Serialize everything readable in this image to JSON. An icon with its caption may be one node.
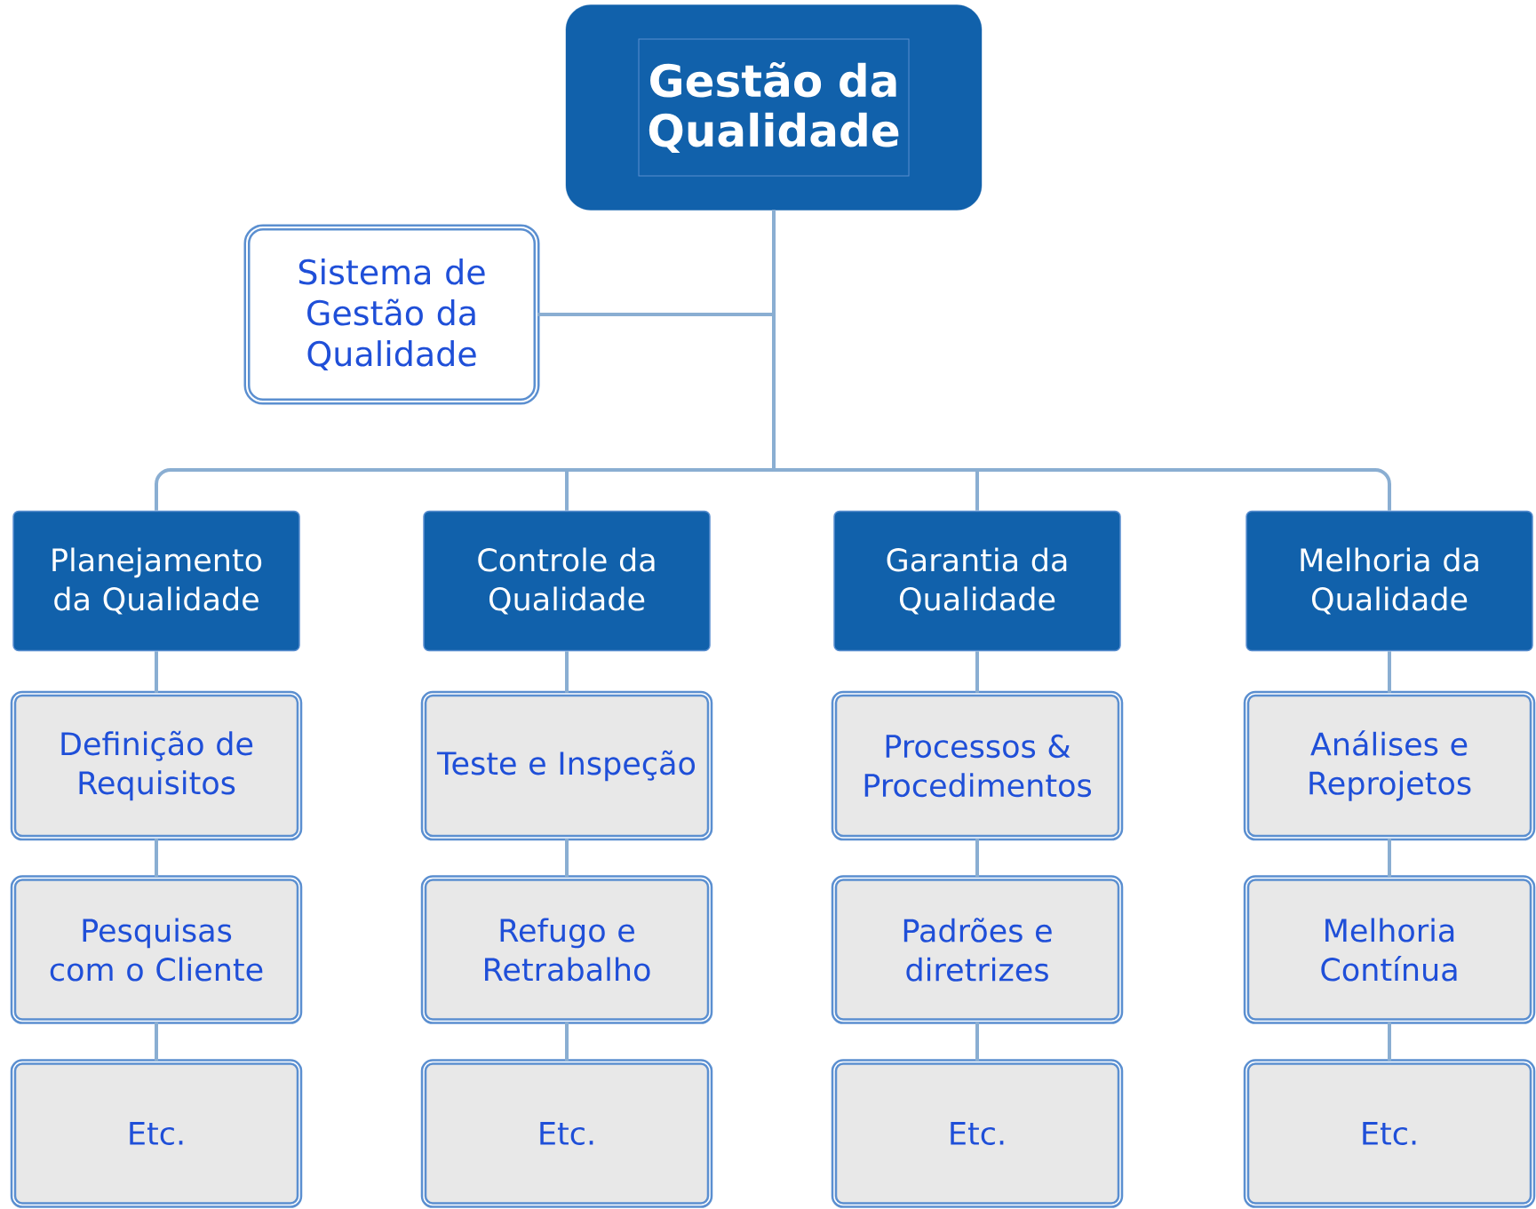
{
  "diagram": {
    "nodes": [
      {
        "text": [
          "Gestão da Qualidade"
        ]
      },
      {
        "text": [
          "Sistema de Gestão da Qualidade"
        ]
      },
      {
        "text": [
          "Planejamento da Qualidade"
        ]
      },
      {
        "text": [
          "Controle da Qualidade"
        ]
      },
      {
        "text": [
          "Garantia da Qualidade"
        ]
      },
      {
        "text": [
          "Melhoria da Qualidade"
        ]
      },
      {
        "text": [
          "Definição de Requisitos"
        ]
      },
      {
        "text": [
          "Teste e Inspeção"
        ]
      },
      {
        "text": [
          "Processos & Procedimentos"
        ]
      },
      {
        "text": [
          "Análises e Reprojetos"
        ]
      },
      {
        "text": [
          "Pesquisas com o Cliente"
        ]
      },
      {
        "text": [
          "Refugo e Retrabalho"
        ]
      },
      {
        "text": [
          "Padrões e diretrizes"
        ]
      },
      {
        "text": [
          "Melhoria Contínua"
        ]
      },
      {
        "text": [
          "Etc."
        ]
      },
      {
        "text": [
          "Etc."
        ]
      },
      {
        "text": [
          "Etc."
        ]
      },
      {
        "text": [
          "Etc."
        ]
      }
    ],
    "edges": [
      {
        "from": 0,
        "to": 1,
        "arrow": "none"
      },
      {
        "from": 0,
        "to": 2,
        "arrow": "none"
      },
      {
        "from": 0,
        "to": 3,
        "arrow": "none"
      },
      {
        "from": 0,
        "to": 4,
        "arrow": "none"
      },
      {
        "from": 0,
        "to": 5,
        "arrow": "none"
      },
      {
        "from": 2,
        "to": 6,
        "arrow": "none"
      },
      {
        "from": 3,
        "to": 7,
        "arrow": "none"
      },
      {
        "from": 4,
        "to": 8,
        "arrow": "none"
      },
      {
        "from": 5,
        "to": 9,
        "arrow": "none"
      },
      {
        "from": 6,
        "to": 10,
        "arrow": "none"
      },
      {
        "from": 7,
        "to": 11,
        "arrow": "none"
      },
      {
        "from": 8,
        "to": 12,
        "arrow": "none"
      },
      {
        "from": 9,
        "to": 13,
        "arrow": "none"
      },
      {
        "from": 10,
        "to": 14,
        "arrow": "none"
      },
      {
        "from": 11,
        "to": 15,
        "arrow": "none"
      },
      {
        "from": 12,
        "to": 16,
        "arrow": "none"
      },
      {
        "from": 13,
        "to": 17,
        "arrow": "none"
      }
    ]
  }
}
